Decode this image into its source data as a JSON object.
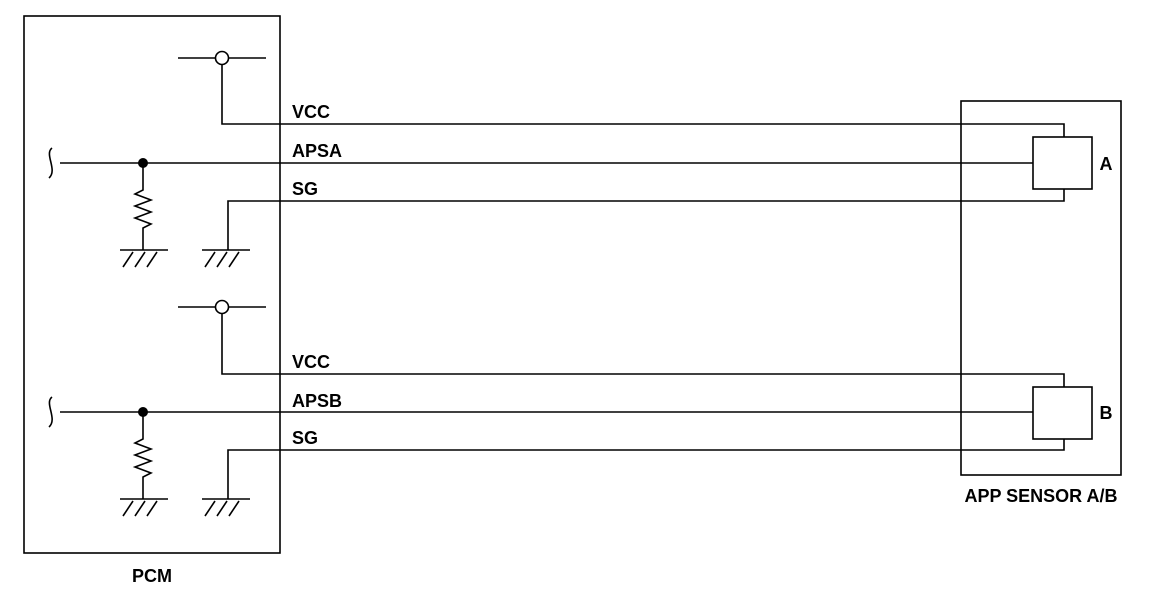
{
  "pcm": {
    "label": "PCM"
  },
  "sensor": {
    "label": "APP SENSOR A/B",
    "element_a": "A",
    "element_b": "B"
  },
  "circuit_a": {
    "vcc": "VCC",
    "signal": "APSA",
    "ground": "SG"
  },
  "circuit_b": {
    "vcc": "VCC",
    "signal": "APSB",
    "ground": "SG"
  }
}
